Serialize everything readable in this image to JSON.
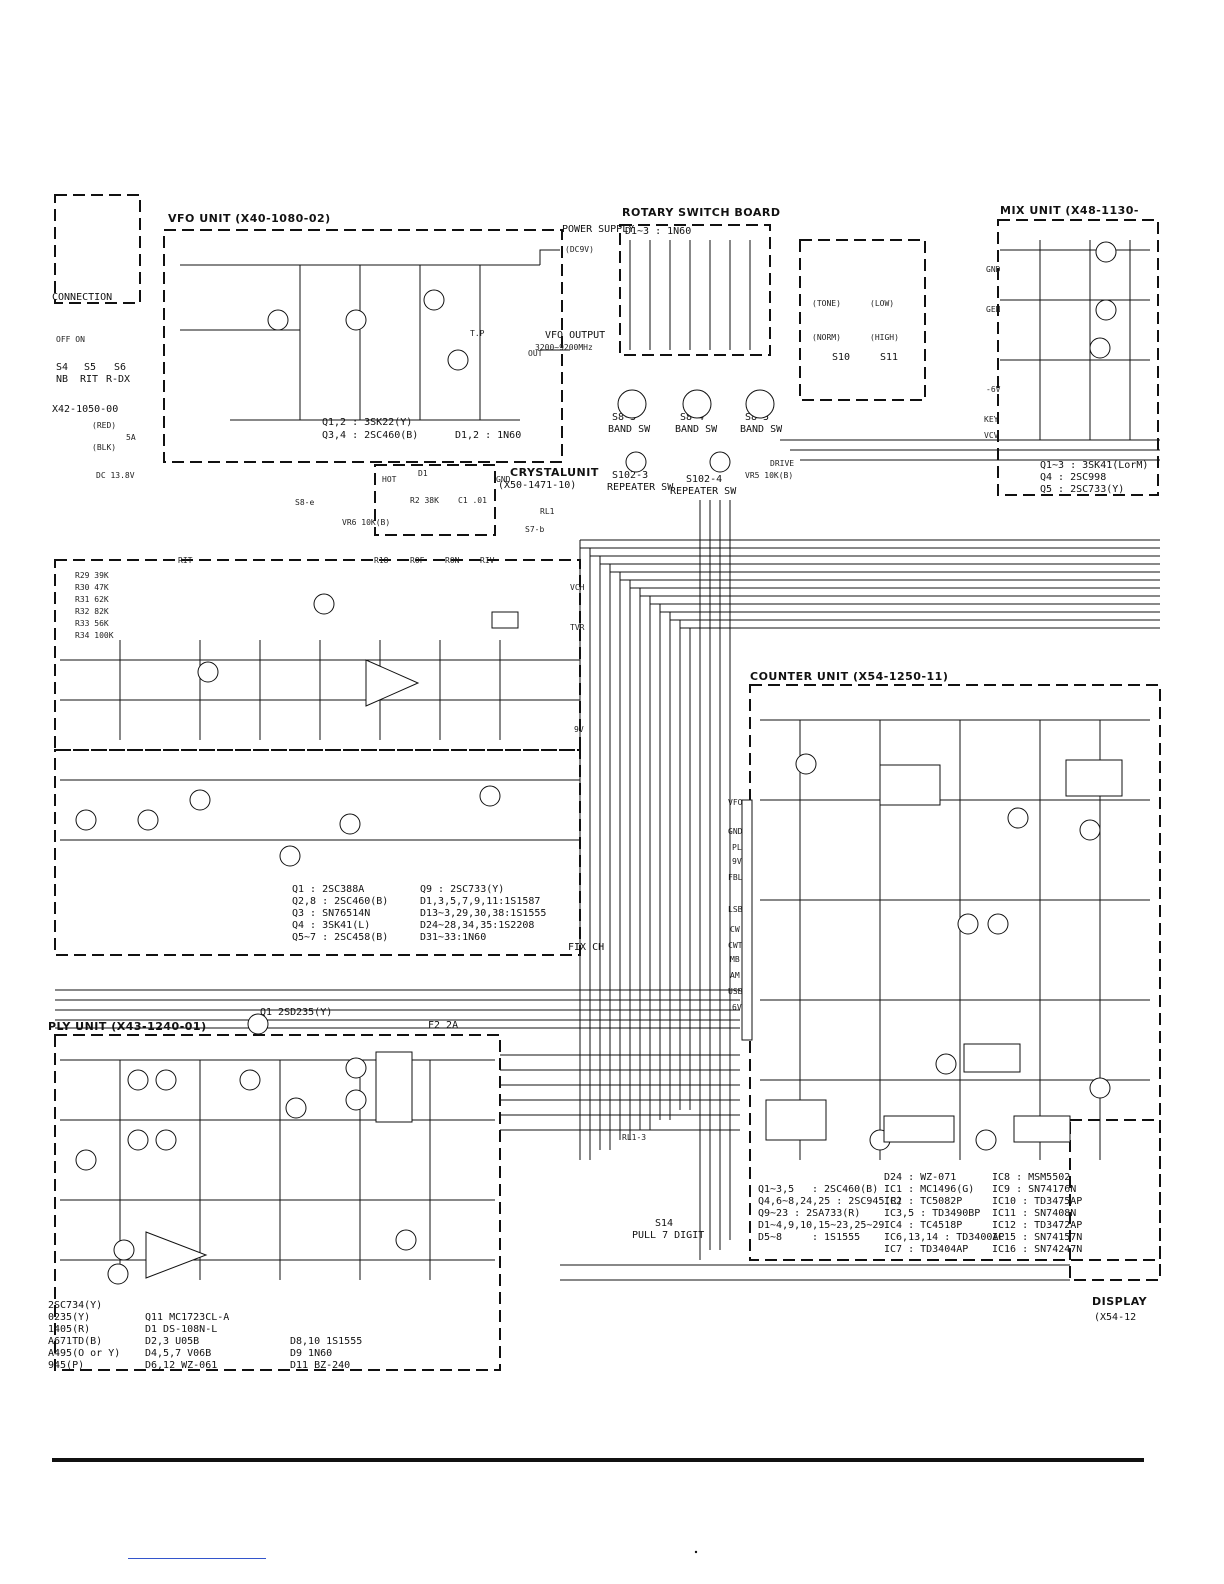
{
  "colors": {
    "ink": "#111111",
    "paper": "#ffffff"
  },
  "units": [
    {
      "id": "vfo",
      "title": "VFO UNIT (X40-1080-02)",
      "notes": [
        "Q1,2 : 3SK22(Y)",
        "Q3,4 : 2SC460(B)",
        "D1,2 : 1N60"
      ]
    },
    {
      "id": "rotary",
      "title": "ROTARY SWITCH BOARD",
      "notes": [
        "D1~3 : 1N60"
      ]
    },
    {
      "id": "mix",
      "title": "MIX UNIT (X48-1130-",
      "notes": [
        "Q1~3 : 3SK41(LorM)",
        "Q4 : 2SC998",
        "Q5 : 2SC733(Y)"
      ]
    },
    {
      "id": "counter",
      "title": "COUNTER UNIT (X54-1250-11)",
      "notes": []
    },
    {
      "id": "supply",
      "title": "PLY UNIT (X43-1240-01)",
      "notes": []
    },
    {
      "id": "crystal",
      "title": "CRYSTALUNIT",
      "notes": [
        "(X50-1471-10)"
      ]
    },
    {
      "id": "display",
      "title": "DISPLAY",
      "notes": [
        "(X54-12"
      ]
    }
  ],
  "labels": {
    "connection": "CONNECTION",
    "power_supply": "POWER SUPPLY",
    "dc9v": "(DC9V)",
    "vfo_output": "VFO OUTPUT",
    "vfo_range": "3200~9200MHz",
    "band_sw": "BAND SW",
    "repeater_sw": "REPEATER SW",
    "s102_3": "S102-3",
    "s102_4": "S102-4",
    "s8_3": "S8-3",
    "s8_4": "S8-4",
    "s8_5": "S8-5",
    "tone": "(TONE)",
    "low": "(LOW)",
    "norm": "(NORM)",
    "high": "(HIGH)",
    "s10": "S10",
    "s11": "S11",
    "drive": "DRIVE",
    "vr5": "VR5 10K(B)",
    "x42": "X42-1050-00",
    "dc138": "DC 13.8V",
    "red": "(RED)",
    "blk": "(BLK)",
    "fuse": "5A",
    "nb": "NB",
    "rit": "RIT",
    "rdx": "R-DX",
    "s4": "S4",
    "s5": "S5",
    "s6": "S6",
    "off_on": "OFF ON",
    "s14": "S14",
    "pull7": "PULL 7 DIGIT",
    "fix_ch": "FIX CH",
    "f2": "F2 2A",
    "q1_2sd": "Q1 2SD235(Y)",
    "rl1": "RL1",
    "rl13": "RL1-3",
    "s8e": "S8-e",
    "s7b": "S7-b",
    "vr6": "VR6 10K(B)",
    "d1": "D1",
    "r2_38k": "R2 38K",
    "c1_01": "C1 .01",
    "hot": "HOT",
    "gnd": "GND",
    "key": "KEY",
    "vcv": "VCV",
    "gen": "GEN",
    "neg6v": "-6V",
    "t_p": "T.P",
    "out": "OUT",
    "rit_pin": "RIT",
    "r18": "R18",
    "rof": "ROF",
    "ron": "RON",
    "riv": "RIV",
    "vch": "VCH",
    "tvr": "TVR",
    "v9": "9V"
  },
  "legend_main": [
    "Q1 : 2SC388A",
    "Q2,8 : 2SC460(B)",
    "Q3 : SN76514N",
    "Q4 : 3SK41(L)",
    "Q5~7 : 2SC458(B)",
    "Q9 : 2SC733(Y)",
    "D1,3,5,7,9,11:1S1587",
    "D13~3,29,30,38:1S1555",
    "D24~28,34,35:1S2208",
    "D31~33:1N60"
  ],
  "legend_counter": [
    "Q1~3,5",
    ": 2SC460(B)",
    "Q4,6~8,24,25 : 2SC945(R)",
    "Q9~23 : 2SA733(R)",
    "D1~4,9,10,15~23,25~29",
    ": 1S1555",
    "D5~8",
    "D24 : WZ-071",
    "IC1 : MC1496(G)",
    "IC2 : TC5082P",
    "IC3,5 : TD3490BP",
    "IC4 : TC4518P",
    "IC6,13,14 : TD3400AP",
    "IC7 : TD3404AP",
    "IC8 : MSM5502",
    "IC9 : SN74176N",
    "IC10 : TD3475AP",
    "IC11 : SN7408N",
    "IC12 : TD3472AP",
    "IC15 : SN74157N",
    "IC16 : SN74247N"
  ],
  "legend_supply": [
    "2SC734(Y)",
    "0235(Y)",
    "1405(R)",
    "A671TD(B)",
    "A495(O or Y)",
    "945(P)",
    "Q11 MC1723CL-A",
    "D1 DS-108N-L",
    "D2,3 U05B",
    "D4,5,7 V06B",
    "D6,12 WZ-061",
    "D8,10 1S1555",
    "D9 1N60",
    "D11 BZ-240"
  ],
  "counter_pins": [
    "VFO",
    "GND",
    "PL",
    "9V",
    "FBL",
    "LSB",
    "CW",
    "CWT",
    "MB",
    "AM",
    "USB",
    "6V"
  ],
  "resistors": [
    "R29 39K",
    "R30 47K",
    "R31 62K",
    "R32 82K",
    "R33 56K",
    "R34 100K"
  ]
}
